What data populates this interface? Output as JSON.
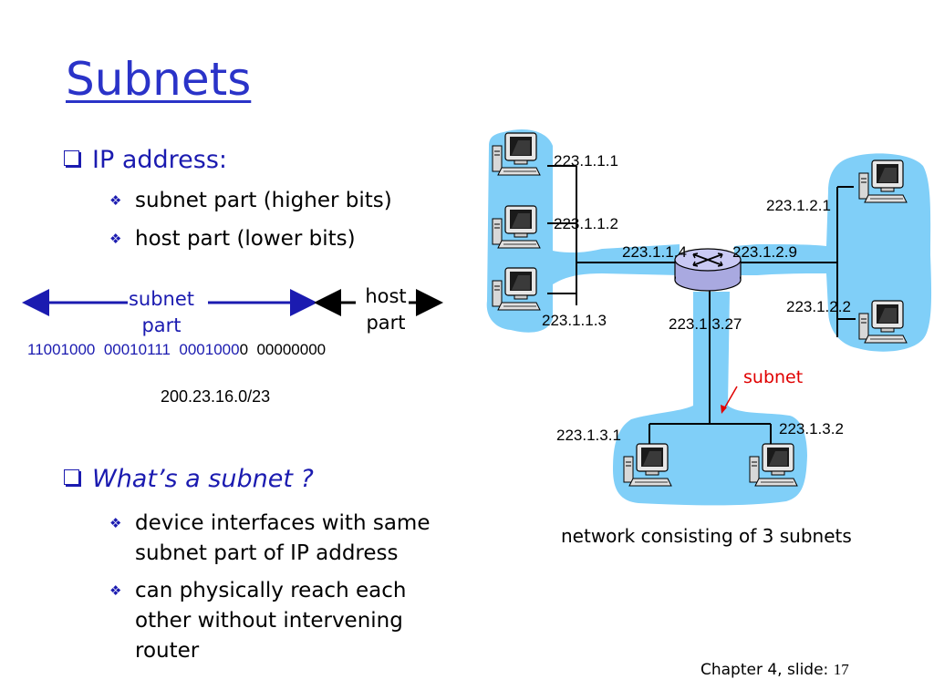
{
  "slide": {
    "title": "Subnets",
    "bullets": [
      {
        "text": "IP address:",
        "sub": [
          "subnet part (higher bits)",
          "host part (lower bits)"
        ]
      },
      {
        "text": "What’s a subnet ?",
        "sub": [
          [
            "device interfaces with same",
            "subnet part of IP address"
          ],
          [
            "can physically reach each",
            "other without intervening",
            "router"
          ]
        ]
      }
    ],
    "footer": {
      "chapter_label": "Chapter 4, slide:",
      "slide_number": "17"
    }
  },
  "address_demo": {
    "subnet_label": [
      "subnet",
      "part"
    ],
    "host_label": [
      "host",
      "part"
    ],
    "binary_subnet": "11001000  00010111  0001000",
    "binary_host": "0  00000000",
    "cidr": "200.23.16.0/23"
  },
  "network": {
    "caption": "network consisting of 3 subnets",
    "subnet_annotation": "subnet",
    "router_interfaces": [
      "223.1.1.4",
      "223.1.2.9",
      "223.1.3.27"
    ],
    "hosts": [
      "223.1.1.1",
      "223.1.1.2",
      "223.1.1.3",
      "223.1.2.1",
      "223.1.2.2",
      "223.1.3.1",
      "223.1.3.2"
    ]
  },
  "colors": {
    "title": "#2a33c8",
    "bullet": "#1b1bb0",
    "subnet_fill": "#80cff8",
    "annotation": "#e00000"
  }
}
